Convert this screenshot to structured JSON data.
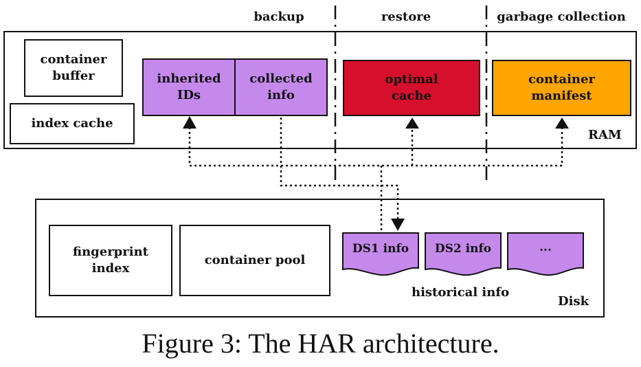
{
  "columns": {
    "backup": "backup",
    "restore": "restore",
    "garbage_collection": "garbage collection"
  },
  "ram": {
    "label": "RAM",
    "container_buffer": "container\nbuffer",
    "index_cache": "index cache",
    "inherited_ids": "inherited\nIDs",
    "collected_info": "collected\ninfo",
    "optimal_cache": "optimal\ncache",
    "container_manifest": "container\nmanifest"
  },
  "disk": {
    "label": "Disk",
    "fingerprint_index": "fingerprint\nindex",
    "container_pool": "container pool",
    "ds1_info": "DS1 info",
    "ds2_info": "DS2 info",
    "ds_more": "...",
    "historical_info": "historical info"
  },
  "caption": "Figure 3: The HAR architecture.",
  "colors": {
    "purple": "#c589ec",
    "red": "#d6102c",
    "orange": "#ffa500"
  }
}
